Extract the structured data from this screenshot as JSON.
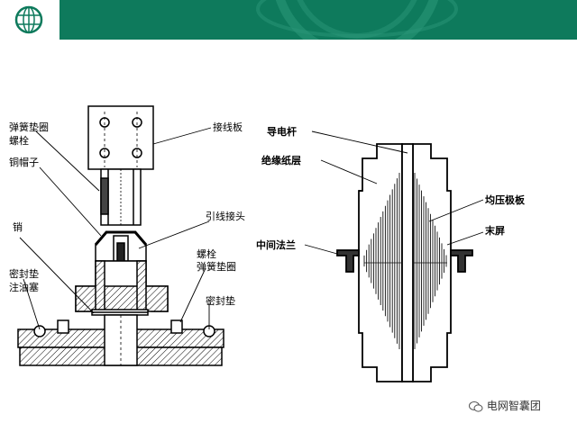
{
  "header": {
    "logo_icon": "globe-logo-icon",
    "bar_color": "#0e7a5c"
  },
  "left_diagram": {
    "labels": {
      "spring_washer_bolt_top": "弹簧垫圈",
      "bolt_top": "螺栓",
      "copper_cap": "铜帽子",
      "pin": "销",
      "seal_gasket": "密封垫",
      "oil_plug": "注油塞",
      "terminal_board": "接线板",
      "lead_joint": "引线接头",
      "bolt_right": "螺栓",
      "spring_washer_right": "弹簧垫圈",
      "seal_gasket_right": "密封垫"
    }
  },
  "right_diagram": {
    "labels": {
      "conductor_rod": "导电杆",
      "insulating_paper": "绝缘纸层",
      "grading_plate": "均压极板",
      "middle_flange": "中间法兰",
      "end_screen": "末屏"
    }
  },
  "watermark": {
    "icon": "wechat-icon",
    "text": "电网智囊团"
  }
}
